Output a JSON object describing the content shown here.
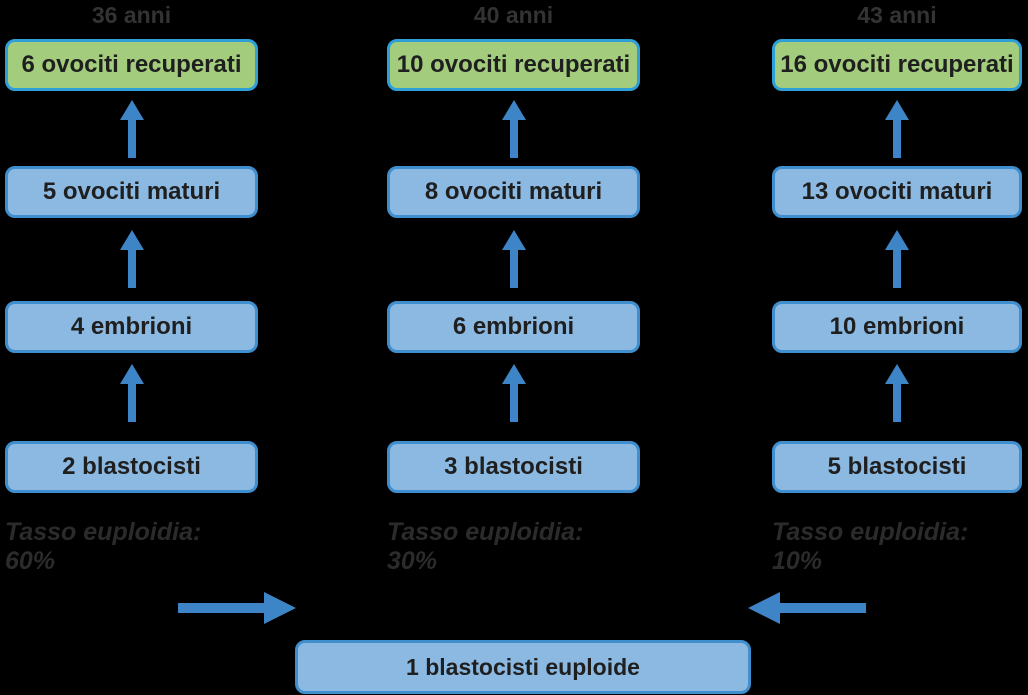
{
  "colors": {
    "background": "#000000",
    "green_box_fill": "#a3cd7c",
    "green_box_border": "#2f9fd8",
    "blue_box_fill": "#8bb9e2",
    "blue_box_border": "#3f8ecd",
    "arrow": "#3d85c6",
    "age_text": "#333333",
    "box_text": "#1f1f1f",
    "euploidy_text": "#2b2b2b"
  },
  "columns": [
    {
      "age_label": "36 anni",
      "boxes": [
        {
          "label": "6 ovociti recuperati"
        },
        {
          "label": "5 ovociti maturi"
        },
        {
          "label": "4 embrioni"
        },
        {
          "label": "2 blastocisti"
        }
      ],
      "euploidy_label": "Tasso euploidia: 60%"
    },
    {
      "age_label": "40 anni",
      "boxes": [
        {
          "label": "10 ovociti recuperati"
        },
        {
          "label": "8 ovociti maturi"
        },
        {
          "label": "6 embrioni"
        },
        {
          "label": "3 blastocisti"
        }
      ],
      "euploidy_label": "Tasso euploidia: 30%"
    },
    {
      "age_label": "43 anni",
      "boxes": [
        {
          "label": "16 ovociti recuperati"
        },
        {
          "label": "13 ovociti maturi"
        },
        {
          "label": "10 embrioni"
        },
        {
          "label": "5 blastocisti"
        }
      ],
      "euploidy_label": "Tasso euploidia: 10%"
    }
  ],
  "result": {
    "label": "1 blastocisti euploide"
  }
}
